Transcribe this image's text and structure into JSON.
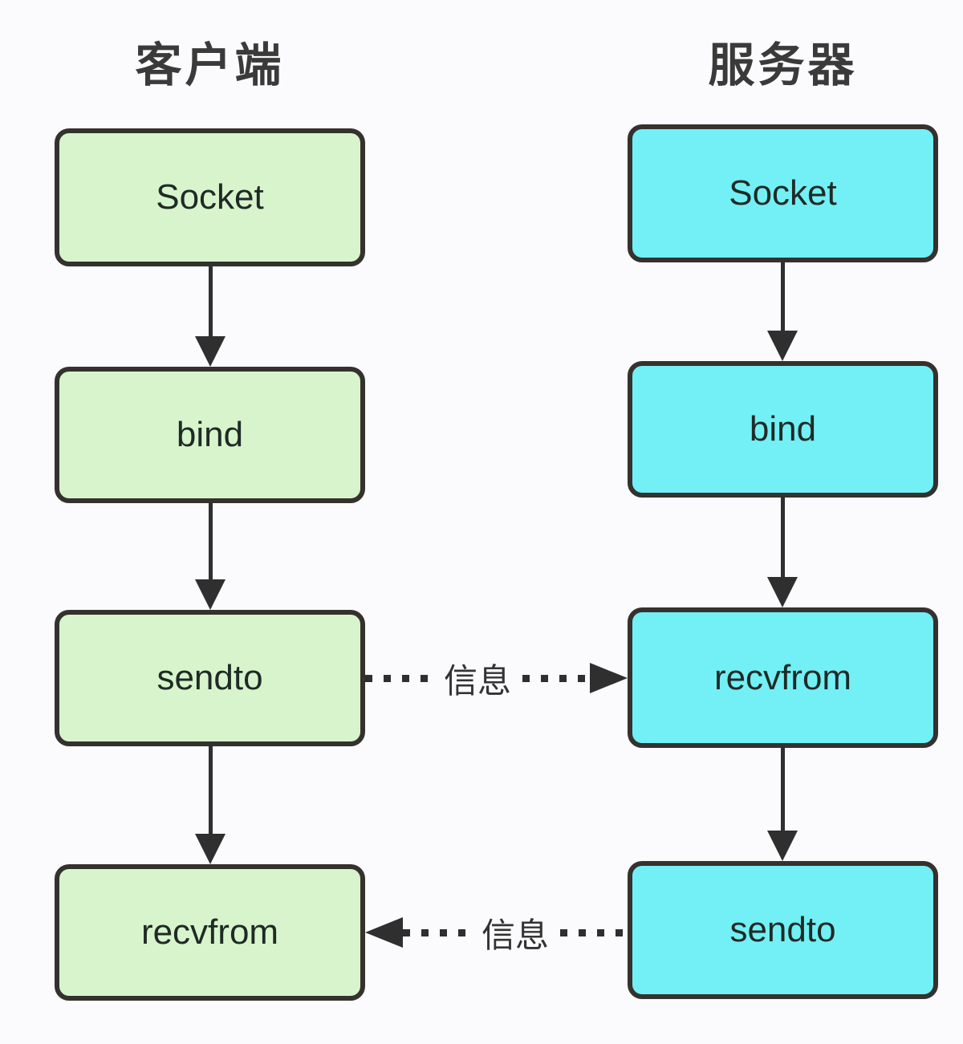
{
  "diagram": {
    "type": "flow-diagram",
    "subject": "UDP socket communication flow",
    "columns": [
      {
        "id": "client",
        "title": "客户端",
        "box_color": "#d8f4cc",
        "steps": [
          "Socket",
          "bind",
          "sendto",
          "recvfrom"
        ]
      },
      {
        "id": "server",
        "title": "服务器",
        "box_color": "#72f0f5",
        "steps": [
          "Socket",
          "bind",
          "recvfrom",
          "sendto"
        ]
      }
    ],
    "messages": [
      {
        "label": "信息",
        "direction": "right"
      },
      {
        "label": "信息",
        "direction": "left"
      }
    ],
    "colors": {
      "background": "#fbfafc",
      "box_border": "#34312e",
      "arrow": "#2f2f2f",
      "box_text": "#1f2a26",
      "title_text": "#3a3a3a"
    }
  }
}
